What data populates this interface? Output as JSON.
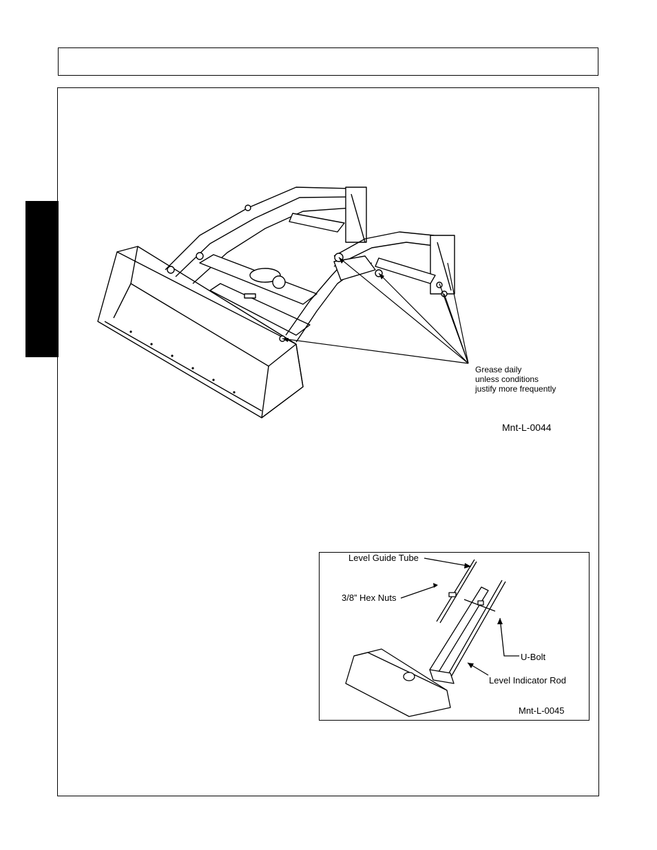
{
  "header": {
    "title": ""
  },
  "side_tab": {
    "label": ""
  },
  "figure_1": {
    "callout_lines": [
      "Grease daily",
      "unless conditions",
      "justify more frequently"
    ],
    "code": "Mnt-L-0044"
  },
  "figure_2": {
    "labels": {
      "level_guide_tube": "Level Guide Tube",
      "hex_nuts": "3/8” Hex Nuts",
      "u_bolt": "U-Bolt",
      "level_indicator_rod": "Level Indicator Rod"
    },
    "code": "Mnt-L-0045"
  }
}
